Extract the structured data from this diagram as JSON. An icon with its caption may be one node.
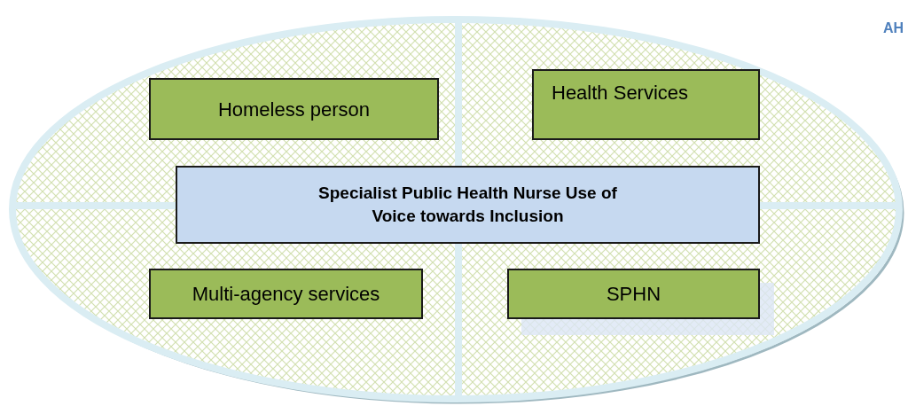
{
  "diagram": {
    "nodes": [
      {
        "text": [],
        "shape": "ellipse"
      },
      {
        "text": [
          "Homeless person"
        ],
        "in": 0
      },
      {
        "text": [
          "Health Services"
        ],
        "in": 0
      },
      {
        "text": [
          "Specialist Public Health Nurse Use of Voice towards Inclusion"
        ],
        "in": 0
      },
      {
        "text": [
          "Multi-agency services"
        ],
        "in": 0
      },
      {
        "text": [
          "SPHN"
        ],
        "in": 0
      }
    ],
    "labels": [
      "AH"
    ]
  }
}
